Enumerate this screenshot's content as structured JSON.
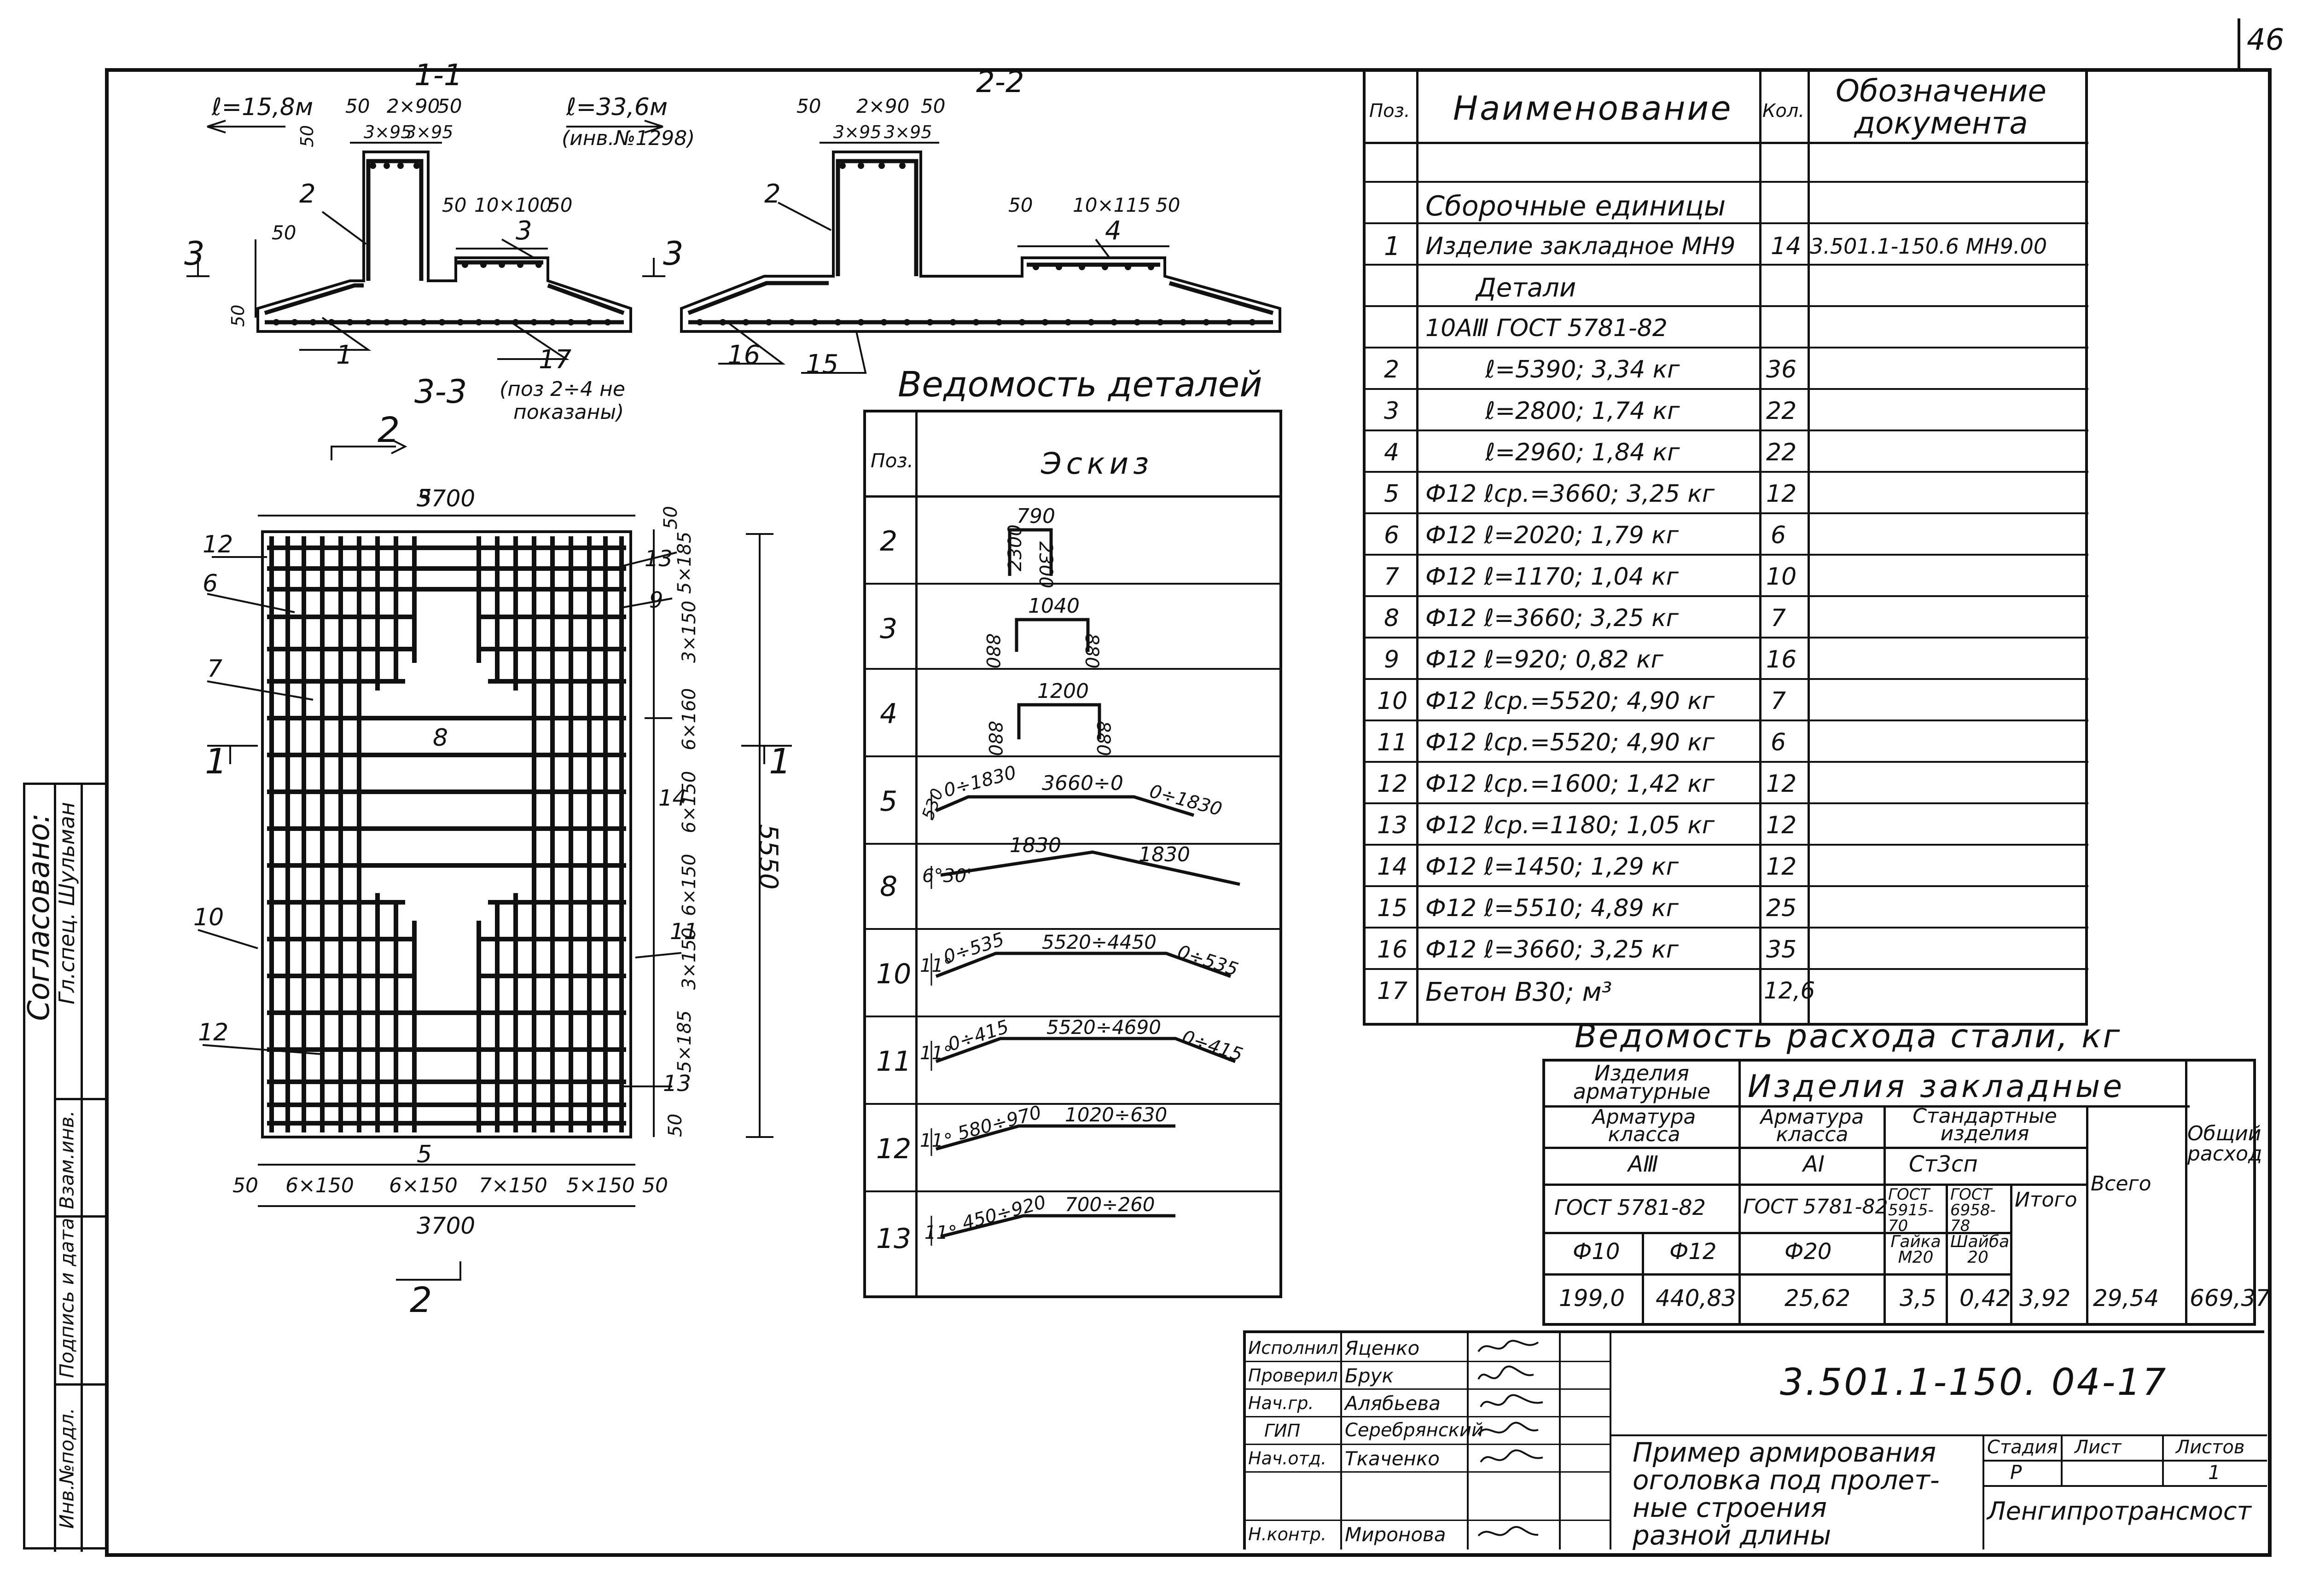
{
  "sheet_number": "46",
  "agreed_block": {
    "title": "Согласовано:",
    "rows": [
      "Гл.спец. Шульман"
    ],
    "left_labels": [
      "Взам.инв.",
      "Подпись и дата",
      "Инв.№подл."
    ]
  },
  "sections": {
    "s1": {
      "title": "1-1",
      "l_left": "ℓ=15,8м",
      "l_right": "ℓ=33,6м",
      "l_right_ref": "(инв.№1298)",
      "dims_top": [
        "50",
        "2×90",
        "50"
      ],
      "dims_top2": [
        "3×95",
        "3×95"
      ],
      "dims_right": [
        "50",
        "10×100",
        "50"
      ],
      "dim_left": "50",
      "dim_vert": "50",
      "dim_vert2": "50",
      "cut_label_left": "3",
      "cut_label_right": "3",
      "callouts": [
        "2",
        "3",
        "1",
        "17"
      ]
    },
    "s2": {
      "title": "2-2",
      "dims_top": [
        "50",
        "2×90",
        "50"
      ],
      "dims_top2": [
        "3×95",
        "3×95"
      ],
      "dims_right": [
        "50",
        "10×115",
        "50"
      ],
      "callouts": [
        "2",
        "4",
        "16",
        "15"
      ]
    },
    "s3": {
      "title": "3-3",
      "note_line1": "(поз 2÷4 не",
      "note_line2": "показаны)"
    }
  },
  "plan": {
    "cut_top": "2",
    "cut_bottom": "2",
    "cut_left": "1",
    "cut_right": "1",
    "dim_top_total": "3700",
    "dim_bottom_total": "3700",
    "dim_height": "5550",
    "bottom_dims": [
      "50",
      "6×150",
      "6×150",
      "7×150",
      "5×150",
      "50"
    ],
    "right_dims": [
      "50",
      "5×185",
      "3×150",
      "6×160",
      "6×150",
      "6×150",
      "3×150",
      "5×185",
      "50"
    ],
    "callouts_left": [
      "12",
      "6",
      "7",
      "10",
      "12"
    ],
    "callouts_right": [
      "13",
      "9",
      "14",
      "11",
      "13"
    ],
    "callouts_inner": [
      "5",
      "8",
      "5"
    ]
  },
  "details_table": {
    "title": "Ведомость деталей",
    "headers": [
      "Поз.",
      "Эскиз"
    ],
    "rows": [
      {
        "pos": "2",
        "dims": [
          "790",
          "2300",
          "2300"
        ]
      },
      {
        "pos": "3",
        "dims": [
          "1040",
          "880",
          "880"
        ]
      },
      {
        "pos": "4",
        "dims": [
          "1200",
          "880",
          "880"
        ]
      },
      {
        "pos": "5",
        "dims": [
          "530",
          "0÷1830",
          "3660÷0",
          "0÷1830"
        ]
      },
      {
        "pos": "8",
        "dims": [
          "6°30'",
          "1830",
          "1830"
        ]
      },
      {
        "pos": "10",
        "dims": [
          "11°",
          "0÷535",
          "5520÷4450",
          "0÷535"
        ]
      },
      {
        "pos": "11",
        "dims": [
          "11°",
          "0÷415",
          "5520÷4690",
          "0÷415"
        ]
      },
      {
        "pos": "12",
        "dims": [
          "11°",
          "580÷970",
          "1020÷630"
        ]
      },
      {
        "pos": "13",
        "dims": [
          "11°",
          "450÷920",
          "700÷260"
        ]
      }
    ]
  },
  "spec_table": {
    "headers": [
      "Поз.",
      "Наименование",
      "Кол.",
      "Обозначение документа"
    ],
    "rows": [
      {
        "pos": "",
        "name": "",
        "qty": "",
        "doc": ""
      },
      {
        "pos": "",
        "name": "Сборочные единицы",
        "qty": "",
        "doc": ""
      },
      {
        "pos": "1",
        "name": "Изделие закладное МН9",
        "qty": "14",
        "doc": "3.501.1-150.6 МН9.00"
      },
      {
        "pos": "",
        "name": "Детали",
        "qty": "",
        "doc": ""
      },
      {
        "pos": "",
        "name": "10АⅢ ГОСТ 5781-82",
        "qty": "",
        "doc": ""
      },
      {
        "pos": "2",
        "name": "ℓ=5390; 3,34 кг",
        "qty": "36",
        "doc": ""
      },
      {
        "pos": "3",
        "name": "ℓ=2800; 1,74 кг",
        "qty": "22",
        "doc": ""
      },
      {
        "pos": "4",
        "name": "ℓ=2960; 1,84 кг",
        "qty": "22",
        "doc": ""
      },
      {
        "pos": "5",
        "name": "Ф12 ℓср.=3660; 3,25 кг",
        "qty": "12",
        "doc": ""
      },
      {
        "pos": "6",
        "name": "Ф12 ℓ=2020; 1,79 кг",
        "qty": "6",
        "doc": ""
      },
      {
        "pos": "7",
        "name": "Ф12 ℓ=1170; 1,04 кг",
        "qty": "10",
        "doc": ""
      },
      {
        "pos": "8",
        "name": "Ф12 ℓ=3660; 3,25 кг",
        "qty": "7",
        "doc": ""
      },
      {
        "pos": "9",
        "name": "Ф12 ℓ=920; 0,82 кг",
        "qty": "16",
        "doc": ""
      },
      {
        "pos": "10",
        "name": "Ф12 ℓср.=5520; 4,90 кг",
        "qty": "7",
        "doc": ""
      },
      {
        "pos": "11",
        "name": "Ф12 ℓср.=5520; 4,90 кг",
        "qty": "6",
        "doc": ""
      },
      {
        "pos": "12",
        "name": "Ф12 ℓср.=1600; 1,42 кг",
        "qty": "12",
        "doc": ""
      },
      {
        "pos": "13",
        "name": "Ф12 ℓср.=1180; 1,05 кг",
        "qty": "12",
        "doc": ""
      },
      {
        "pos": "14",
        "name": "Ф12 ℓ=1450; 1,29 кг",
        "qty": "12",
        "doc": ""
      },
      {
        "pos": "15",
        "name": "Ф12 ℓ=5510; 4,89 кг",
        "qty": "25",
        "doc": ""
      },
      {
        "pos": "16",
        "name": "Ф12 ℓ=3660; 3,25 кг",
        "qty": "35",
        "doc": ""
      },
      {
        "pos": "17",
        "name": "Бетон В30; м³",
        "qty": "12,6",
        "doc": ""
      }
    ]
  },
  "steel_table": {
    "title": "Ведомость расхода стали, кг",
    "h_rebar_items": "Изделия арматурные",
    "h_embedded": "Изделия закладные",
    "h_rebar_class_1": "Арматура класса",
    "h_rebar_class_2": "Арматура класса",
    "h_standard": "Стандартные изделия",
    "h_total_all": "Общий расход",
    "h_total": "Всего",
    "h_subtotal": "Итого",
    "class_A3": "АⅢ",
    "class_A1": "АⅠ",
    "steel_grade": "Ст3сп",
    "gost_1": "ГОСТ 5781-82",
    "gost_2": "ГОСТ 5781-82",
    "gost_nut": "ГОСТ 5915-70",
    "gost_washer": "ГОСТ 6958-78",
    "d10": "Ф10",
    "d12": "Ф12",
    "d20": "Ф20",
    "nut": "Гайка М20",
    "washer": "Шайба 20",
    "values": [
      "199,0",
      "440,83",
      "25,62",
      "3,5",
      "0,42",
      "3,92",
      "29,54",
      "669,37"
    ]
  },
  "title_block": {
    "designation": "3.501.1-150. 04-17",
    "title_lines": [
      "Пример армирования",
      "оголовка под пролет-",
      "ные строения",
      "разной длины"
    ],
    "stage_label": "Стадия",
    "sheet_label": "Лист",
    "sheets_label": "Листов",
    "stage": "Р",
    "sheets": "1",
    "organization": "Ленгипротрансмост",
    "people": [
      {
        "role": "Исполнил",
        "name": "Яценко"
      },
      {
        "role": "Проверил",
        "name": "Брук"
      },
      {
        "role": "Нач.гр.",
        "name": "Алябьева"
      },
      {
        "role": "ГИП",
        "name": "Серебрянский"
      },
      {
        "role": "Нач.отд.",
        "name": "Ткаченко"
      },
      {
        "role": "",
        "name": ""
      },
      {
        "role": "Н.контр.",
        "name": "Миронова"
      }
    ]
  }
}
